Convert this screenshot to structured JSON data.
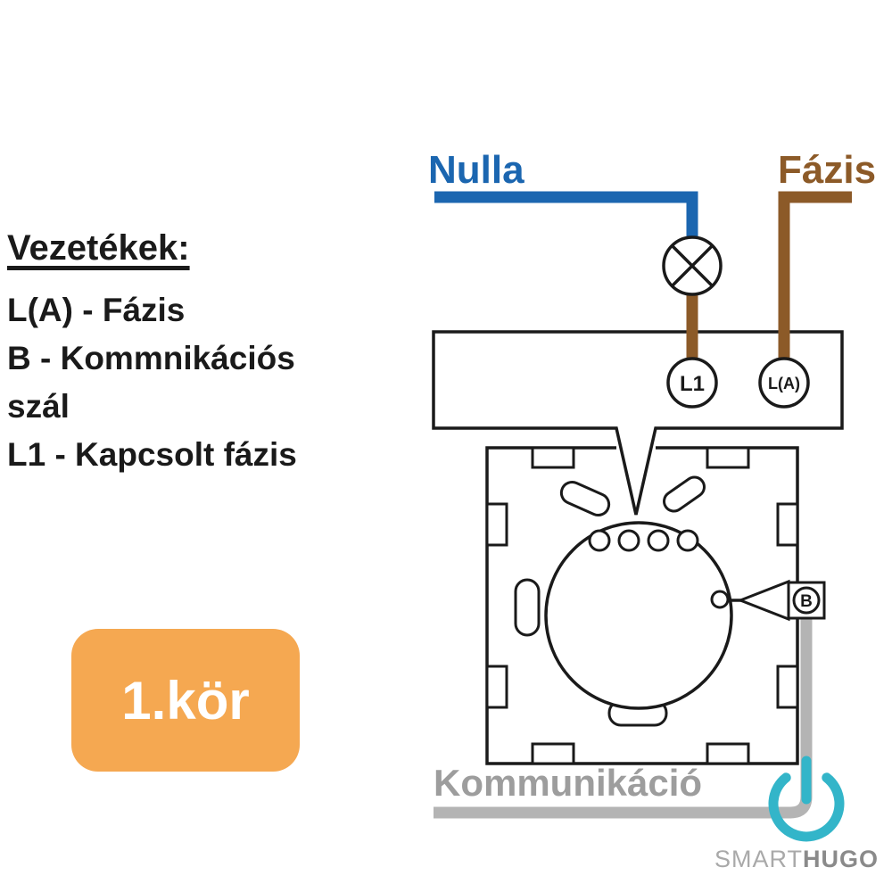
{
  "labels": {
    "nulla": "Nulla",
    "fazis": "Fázis",
    "kommunikacio": "Kommunikáció"
  },
  "legend": {
    "title": "Vezetékek:",
    "lines": [
      "L(A) - Fázis",
      "B - Kommnikációs",
      "szál",
      "L1 - Kapcsolt fázis"
    ]
  },
  "terminals": {
    "l1": "L1",
    "la": "L(A)",
    "b": "B"
  },
  "badge": {
    "label": "1.kör"
  },
  "logo": {
    "smart": "SMART",
    "hugo": "HUGO"
  },
  "colors": {
    "neutral_blue": "#1b66b0",
    "phase_brown": "#8c5a28",
    "badge_orange": "#f5a851",
    "wire_gray": "#b4b4b4",
    "text_gray": "#9d9d9d",
    "logo_teal": "#33b5c9",
    "line_black": "#1a1a1a"
  }
}
